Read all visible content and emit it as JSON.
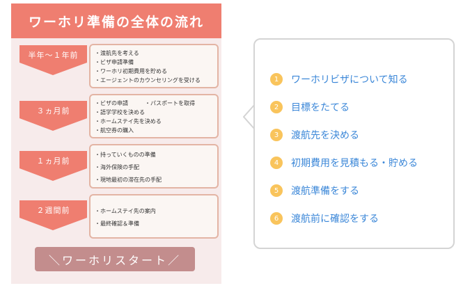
{
  "poster": {
    "title": "ワーホリ準備の全体の流れ",
    "stages": [
      {
        "period": "半年〜１年前",
        "tasks": [
          "・渡航先を考える",
          "・ビザ申請準備",
          "・ワーホリ初期費用を貯める",
          "・エージェントのカウンセリングを受ける"
        ]
      },
      {
        "period": "３ヵ月前",
        "tasks": [
          "・ビザの申請　　　・パスポートを取得",
          "・語学学校を決める",
          "・ホームステイ先を決める",
          "・航空券の購入"
        ]
      },
      {
        "period": "１ヵ月前",
        "tasks": [
          "・持っていくものの準備",
          "・海外保険の手配",
          "・現地最初の滞在先の手配"
        ]
      },
      {
        "period": "２週間前",
        "tasks": [
          "・ホームステイ先の案内",
          "・最終確認＆準備"
        ]
      }
    ],
    "start_label": "＼ワーホリスタート／"
  },
  "toc": {
    "items": [
      {
        "num": "1",
        "label": "ワーホリビザについて知る"
      },
      {
        "num": "2",
        "label": "目標をたてる"
      },
      {
        "num": "3",
        "label": "渡航先を決める"
      },
      {
        "num": "4",
        "label": "初期費用を見積もる・貯める"
      },
      {
        "num": "5",
        "label": "渡航準備をする"
      },
      {
        "num": "6",
        "label": "渡航前に確認をする"
      }
    ]
  },
  "colors": {
    "title_bg": "#ef7e70",
    "arrow": "#ef7e70",
    "card_border": "#e3b4a4",
    "start_bg": "#c38d8d",
    "toc_num": "#f9c45c",
    "toc_text": "#3b87d8"
  }
}
